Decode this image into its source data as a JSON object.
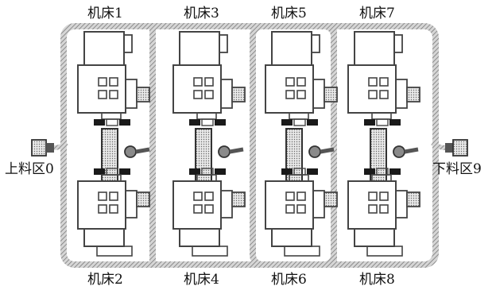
{
  "labels": {
    "loading_zone": "上料区0",
    "unloading_zone": "下料区9",
    "machines_top": [
      "机床1",
      "机床3",
      "机床5",
      "机床7"
    ],
    "machines_bottom": [
      "机床2",
      "机床4",
      "机床6",
      "机床8"
    ]
  },
  "colors": {
    "track": "#5a5a5a",
    "machine_outline": "#444444",
    "rail": "#bdbdbd",
    "chuck": "#1a1a1a",
    "robot": "#8a8a8a"
  }
}
